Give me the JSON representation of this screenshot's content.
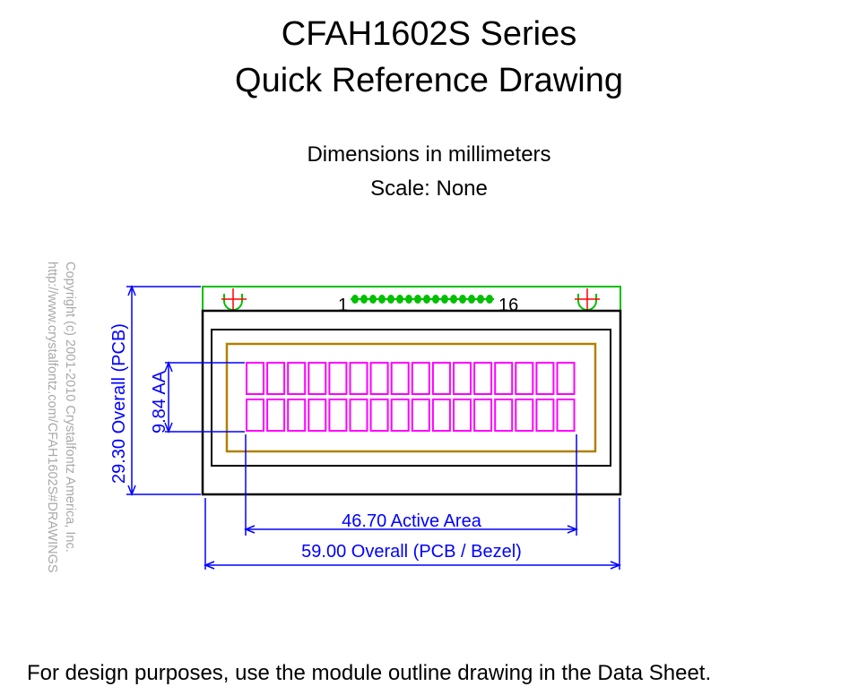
{
  "title": {
    "line1": "CFAH1602S Series",
    "line2": "Quick Reference Drawing"
  },
  "subtitle": {
    "units": "Dimensions in millimeters",
    "scale": "Scale: None"
  },
  "copyright": {
    "line1": "Copyright (c) 2001-2010 Crystalfontz America, Inc.",
    "line2": "http://www.crystalfontz.com/CFAH1602S#DRAWINGS"
  },
  "pins": {
    "first": "1",
    "last": "16",
    "count": 16
  },
  "dimensions": {
    "height_overall": "29.30  Overall (PCB)",
    "height_active": "9.84 AA",
    "width_active": "46.70 Active Area",
    "width_overall": "59.00  Overall (PCB / Bezel)"
  },
  "lcd": {
    "rows": 2,
    "columns": 16
  },
  "colors": {
    "pcb_green": "#00c000",
    "dimension_blue": "#0000ff",
    "character_magenta": "#ff00ff",
    "viewing_area_gold": "#b08000",
    "mount_red": "#ff0000",
    "outline_black": "#000000"
  },
  "footer": "For design purposes, use the module outline drawing in the Data Sheet."
}
